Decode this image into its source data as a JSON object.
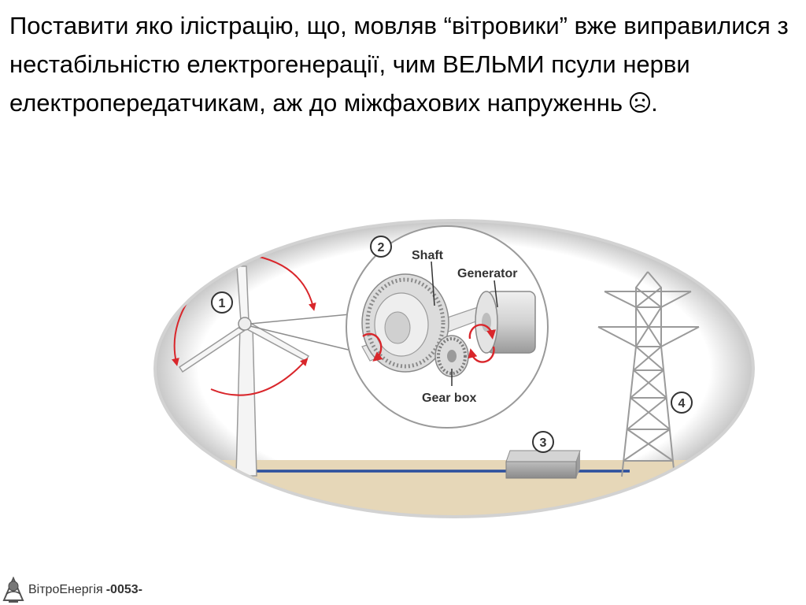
{
  "slide": {
    "text": "Поставити яко ілістрацію, що, мовляв “вітровики” вже виправилися з нестабільністю електрогенерації, чим ВЕЛЬМИ псули нерви електропередатчикам, аж до міжфахових напруженнь",
    "text_end": ".",
    "emoticon": "frown-icon"
  },
  "illustration": {
    "markers": [
      "1",
      "2",
      "3",
      "4"
    ],
    "labels": {
      "shaft": "Shaft",
      "generator": "Generator",
      "gearbox": "Gear box"
    },
    "colors": {
      "arrow": "#d9262b",
      "cable": "#2b4f9e",
      "ground": "#e6d7b8"
    }
  },
  "footer": {
    "text": "ВітроЕнергія",
    "number": "-0053-"
  }
}
